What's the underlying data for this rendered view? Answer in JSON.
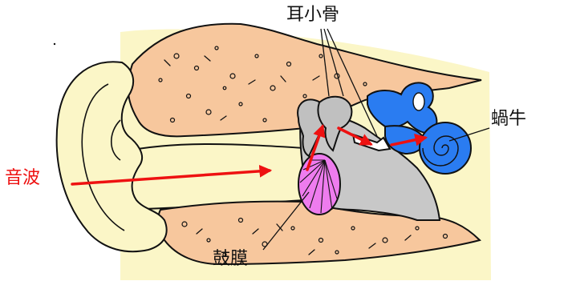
{
  "labels": {
    "ossicles": "耳小骨",
    "cochlea": "蝸牛",
    "sound_wave": "音波",
    "eardrum": "鼓膜"
  },
  "colors": {
    "skin": "#fbf6c7",
    "bone": "#f7c79d",
    "ossicle_gray": "#c0c0c0",
    "eardrum_fill": "#ee7cee",
    "cochlea_blue": "#2a7cf1",
    "arrow_red": "#ee1111",
    "outline": "#111111"
  }
}
